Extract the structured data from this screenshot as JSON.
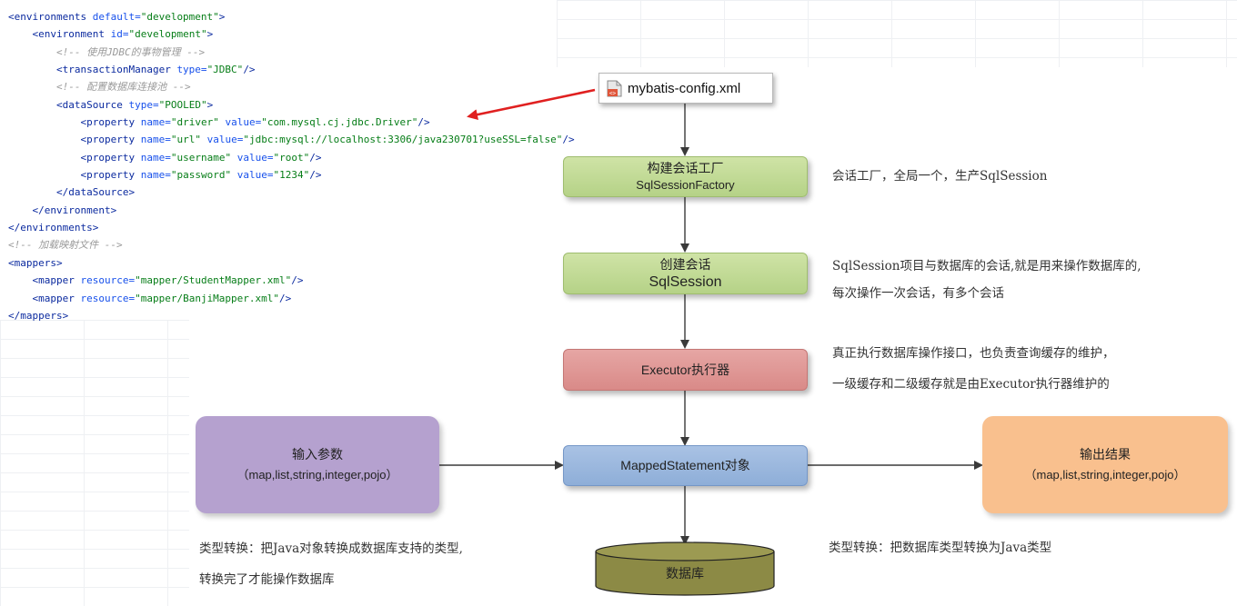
{
  "code_lines": [
    [
      [
        "tg",
        "<environments "
      ],
      [
        "at",
        "default="
      ],
      [
        "st",
        "\"development\""
      ],
      [
        "tg",
        ">"
      ]
    ],
    [
      [
        "",
        "    "
      ],
      [
        "tg",
        "<environment "
      ],
      [
        "at",
        "id="
      ],
      [
        "st",
        "\"development\""
      ],
      [
        "tg",
        ">"
      ]
    ],
    [
      [
        "",
        "        "
      ],
      [
        "cm",
        "<!-- 使用JDBC的事物管理 -->"
      ]
    ],
    [
      [
        "",
        "        "
      ],
      [
        "tg",
        "<transactionManager "
      ],
      [
        "at",
        "type="
      ],
      [
        "st",
        "\"JDBC\""
      ],
      [
        "tg",
        "/>"
      ]
    ],
    [
      [
        "",
        "        "
      ],
      [
        "cm",
        "<!-- 配置数据库连接池 -->"
      ]
    ],
    [
      [
        "",
        "        "
      ],
      [
        "tg",
        "<dataSource "
      ],
      [
        "at",
        "type="
      ],
      [
        "st",
        "\"POOLED\""
      ],
      [
        "tg",
        ">"
      ]
    ],
    [
      [
        "",
        "            "
      ],
      [
        "tg",
        "<property "
      ],
      [
        "at",
        "name="
      ],
      [
        "st",
        "\"driver\" "
      ],
      [
        "at",
        "value="
      ],
      [
        "st",
        "\"com.mysql.cj.jdbc.Driver\""
      ],
      [
        "tg",
        "/>"
      ]
    ],
    [
      [
        "",
        "            "
      ],
      [
        "tg",
        "<property "
      ],
      [
        "at",
        "name="
      ],
      [
        "st",
        "\"url\" "
      ],
      [
        "at",
        "value="
      ],
      [
        "st",
        "\"jdbc:mysql://localhost:3306/java230701?useSSL=false\""
      ],
      [
        "tg",
        "/>"
      ]
    ],
    [
      [
        "",
        "            "
      ],
      [
        "tg",
        "<property "
      ],
      [
        "at",
        "name="
      ],
      [
        "st",
        "\"username\" "
      ],
      [
        "at",
        "value="
      ],
      [
        "st",
        "\"root\""
      ],
      [
        "tg",
        "/>"
      ]
    ],
    [
      [
        "",
        "            "
      ],
      [
        "tg",
        "<property "
      ],
      [
        "at",
        "name="
      ],
      [
        "st",
        "\"password\" "
      ],
      [
        "at",
        "value="
      ],
      [
        "st",
        "\"1234\""
      ],
      [
        "tg",
        "/>"
      ]
    ],
    [
      [
        "",
        "        "
      ],
      [
        "tg",
        "</dataSource>"
      ]
    ],
    [
      [
        "",
        "    "
      ],
      [
        "tg",
        "</environment>"
      ]
    ],
    [
      [
        "tg",
        "</environments>"
      ]
    ],
    [
      [
        "cm",
        "<!-- 加载映射文件 -->"
      ]
    ],
    [
      [
        "tg",
        "<mappers>"
      ]
    ],
    [
      [
        "",
        "    "
      ],
      [
        "tg",
        "<mapper "
      ],
      [
        "at",
        "resource="
      ],
      [
        "st",
        "\"mapper/StudentMapper.xml\""
      ],
      [
        "tg",
        "/>"
      ]
    ],
    [
      [
        "",
        "    "
      ],
      [
        "tg",
        "<mapper "
      ],
      [
        "at",
        "resource="
      ],
      [
        "st",
        "\"mapper/BanjiMapper.xml\""
      ],
      [
        "tg",
        "/>"
      ]
    ],
    [
      [
        "tg",
        "</mappers>"
      ]
    ]
  ],
  "config_file": "mybatis-config.xml",
  "factory": {
    "line1": "构建会话工厂",
    "line2": "SqlSessionFactory"
  },
  "session": {
    "line1": "创建会话",
    "line2": "SqlSession"
  },
  "executor": {
    "label": "Executor执行器"
  },
  "mapped": {
    "label": "MappedStatement对象"
  },
  "database": {
    "label": "数据库"
  },
  "input": {
    "title": "输入参数",
    "types": "（map,list,string,integer,pojo）"
  },
  "output": {
    "title": "输出结果",
    "types": "（map,list,string,integer,pojo）"
  },
  "notes": {
    "factory": "会话工厂，全局一个，生产SqlSession",
    "session_1": "SqlSession项目与数据库的会话,就是用来操作数据库的,",
    "session_2": "每次操作一次会话，有多个会话",
    "executor_1": "真正执行数据库操作接口，也负责查询缓存的维护，",
    "executor_2": "一级缓存和二级缓存就是由Executor执行器维护的",
    "input_1": "类型转换：把Java对象转换成数据库支持的类型,",
    "input_2": "转换完了才能操作数据库",
    "output_1": "类型转换：把数据库类型转换为Java类型"
  },
  "colors": {
    "arrow": "#3a3a3a",
    "red_arrow": "#e02020",
    "db_fill": "#8c8a45"
  }
}
